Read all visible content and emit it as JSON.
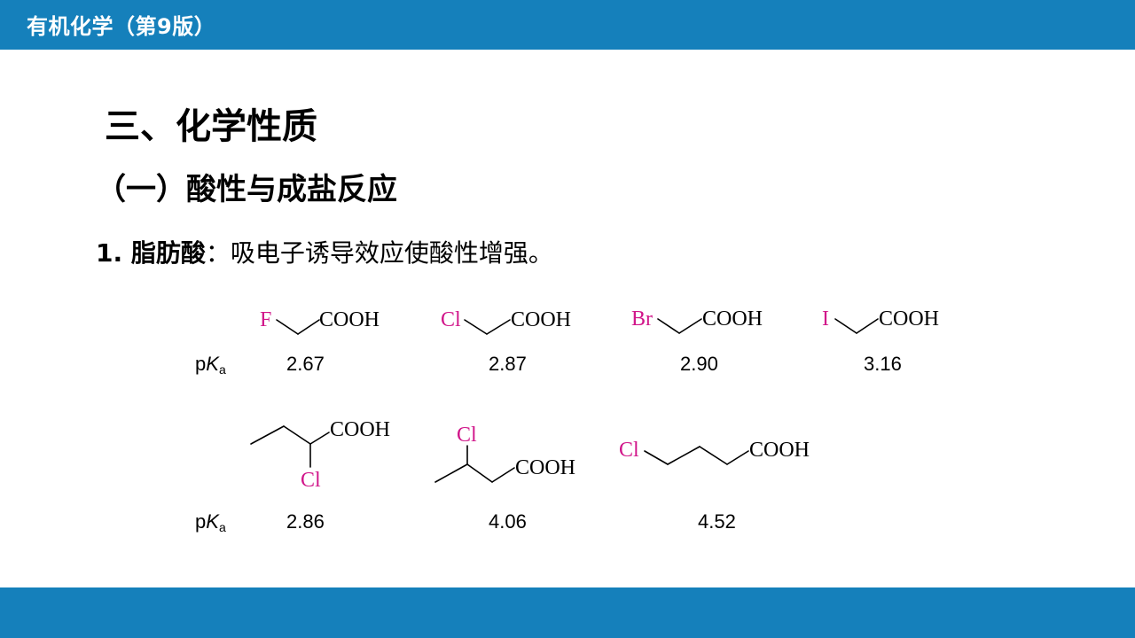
{
  "header": {
    "title": "有机化学（第9版）"
  },
  "colors": {
    "header_bar": "#1580bb",
    "halogen": "#d1168a"
  },
  "section": {
    "title": "三、化学性质",
    "subtitle": "（一）酸性与成盐反应",
    "point_label": "1. 脂肪酸",
    "point_text": "：吸电子诱导效应使酸性增强。"
  },
  "pka_label": {
    "p": "p",
    "K": "K",
    "sub": "a"
  },
  "row1": [
    {
      "halogen": "F",
      "group": "COOH",
      "pka": "2.67"
    },
    {
      "halogen": "Cl",
      "group": "COOH",
      "pka": "2.87"
    },
    {
      "halogen": "Br",
      "group": "COOH",
      "pka": "2.90"
    },
    {
      "halogen": "I",
      "group": "COOH",
      "pka": "3.16"
    }
  ],
  "row2": [
    {
      "halogen": "Cl",
      "group": "COOH",
      "pka": "2.86"
    },
    {
      "halogen": "Cl",
      "group": "COOH",
      "pka": "4.06"
    },
    {
      "halogen": "Cl",
      "group": "COOH",
      "pka": "4.52"
    }
  ]
}
